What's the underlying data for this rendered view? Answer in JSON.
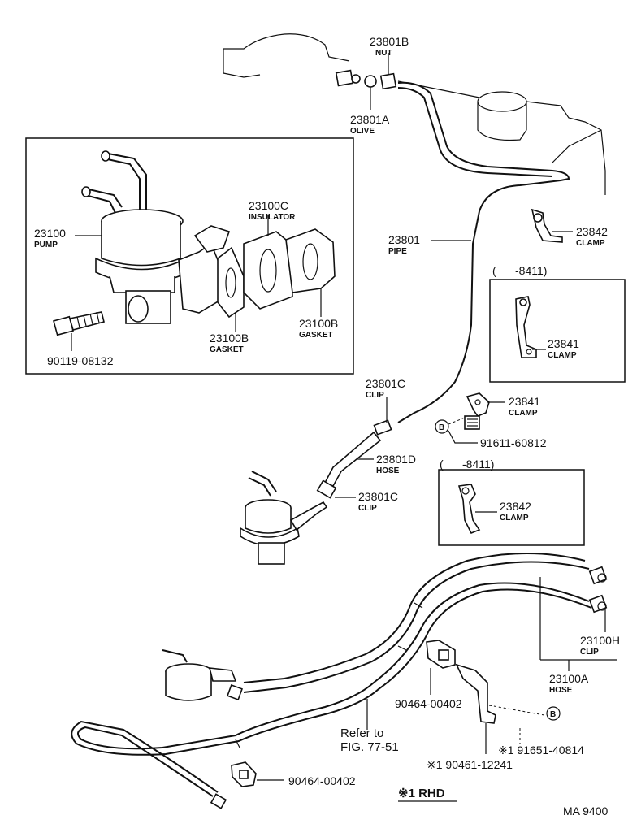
{
  "labels": {
    "nut_23801B": {
      "pn": "23801B",
      "nm": "NUT"
    },
    "olive_23801A": {
      "pn": "23801A",
      "nm": "OLIVE"
    },
    "pump_23100": {
      "pn": "23100",
      "nm": "PUMP"
    },
    "insulator_23100C": {
      "pn": "23100C",
      "nm": "INSULATOR"
    },
    "gasket_23100B_a": {
      "pn": "23100B",
      "nm": "GASKET"
    },
    "gasket_23100B_b": {
      "pn": "23100B",
      "nm": "GASKET"
    },
    "bolt_90119": {
      "pn": "90119-08132"
    },
    "pipe_23801": {
      "pn": "23801",
      "nm": "PIPE"
    },
    "clamp_23842_top": {
      "pn": "23842",
      "nm": "CLAMP"
    },
    "range_8411_a": {
      "text": "(      -8411)"
    },
    "clamp_23841_box": {
      "pn": "23841",
      "nm": "CLAMP"
    },
    "clip_23801C_top": {
      "pn": "23801C",
      "nm": "CLIP"
    },
    "clamp_23841": {
      "pn": "23841",
      "nm": "CLAMP"
    },
    "bolt_91611": {
      "pn": "91611-60812"
    },
    "hose_23801D": {
      "pn": "23801D",
      "nm": "HOSE"
    },
    "range_8411_b": {
      "text": "(      -8411)"
    },
    "clamp_23842_box": {
      "pn": "23842",
      "nm": "CLAMP"
    },
    "clip_23801C_bot": {
      "pn": "23801C",
      "nm": "CLIP"
    },
    "clip_23100H": {
      "pn": "23100H",
      "nm": "CLIP"
    },
    "hose_23100A": {
      "pn": "23100A",
      "nm": "HOSE"
    },
    "clamp_90464_a": {
      "pn": "90464-00402"
    },
    "clamp_90464_b": {
      "pn": "90464-00402"
    },
    "refer": {
      "line1": "Refer to",
      "line2": "FIG. 77-51"
    },
    "bolt_91651": {
      "pn": "※1 91651-40814"
    },
    "clamp_90461": {
      "pn": "※1 90461-12241"
    },
    "note_rhd": {
      "text": "※1 RHD"
    },
    "marker_b": {
      "text": "B"
    },
    "figure_code": {
      "text": "MA  9400"
    }
  }
}
